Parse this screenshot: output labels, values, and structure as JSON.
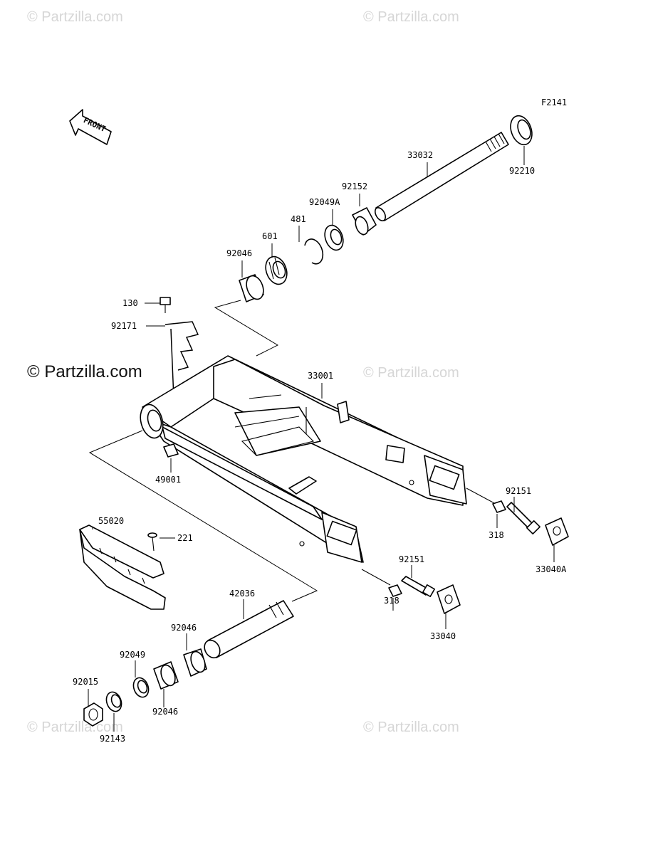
{
  "diagram_code": "F2141",
  "front_label": "FRONT",
  "watermark_text": "© Partzilla.com",
  "watermarks": [
    "© Partzilla.com",
    "© Partzilla.com",
    "© Partzilla.com",
    "© Partzilla.com",
    "© Partzilla.com",
    "© Partzilla.com"
  ],
  "watermark_main": "© Partzilla.com",
  "parts": {
    "p33032": "33032",
    "p92210": "92210",
    "p92152": "92152",
    "p92049A": "92049A",
    "p481": "481",
    "p601": "601",
    "p92046_top": "92046",
    "p130": "130",
    "p92171": "92171",
    "p33001": "33001",
    "p49001": "49001",
    "p92151_right": "92151",
    "p318_right": "318",
    "p33040A": "33040A",
    "p55020": "55020",
    "p221": "221",
    "p92151_mid": "92151",
    "p318_mid": "318",
    "p33040": "33040",
    "p42036": "42036",
    "p92046_mid": "92046",
    "p92049": "92049",
    "p92015": "92015",
    "p92046_low": "92046",
    "p92143": "92143"
  }
}
